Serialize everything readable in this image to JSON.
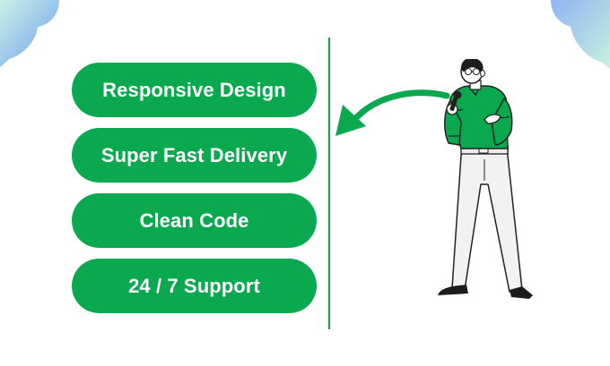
{
  "colors": {
    "accent_green": "#0aa84f",
    "divider_green": "#1a9a4a",
    "cloud_blue": "#7fa9ee",
    "cloud_teal": "#bfeedd",
    "background": "#ffffff"
  },
  "features": [
    {
      "label": "Responsive Design"
    },
    {
      "label": "Super Fast Delivery"
    },
    {
      "label": "Clean Code"
    },
    {
      "label": "24 / 7 Support"
    }
  ],
  "illustration": {
    "icon": "presenter-with-microphone-icon",
    "pointer": "curved-arrow-left-icon",
    "decor": "cloud-icon"
  }
}
